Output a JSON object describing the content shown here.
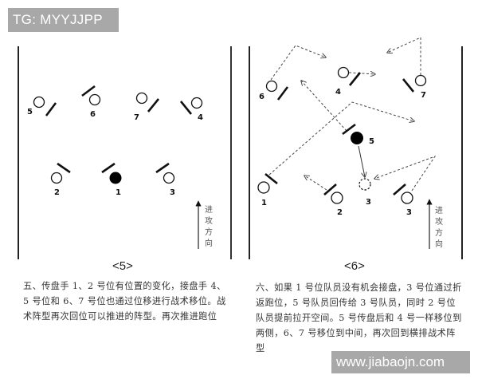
{
  "watermarks": {
    "top": "TG: MYYJJPP",
    "bottom": "www.jiabaojn.com"
  },
  "diagrams": [
    {
      "label": "<5>",
      "direction_text": [
        "进",
        "攻",
        "方",
        "向"
      ],
      "players": [
        {
          "number": "5",
          "role": "receiver",
          "filled": false
        },
        {
          "number": "6",
          "role": "receiver",
          "filled": false
        },
        {
          "number": "7",
          "role": "receiver",
          "filled": false
        },
        {
          "number": "4",
          "role": "receiver",
          "filled": false
        },
        {
          "number": "2",
          "role": "handler",
          "filled": false
        },
        {
          "number": "1",
          "role": "handler-with-disc",
          "filled": true
        },
        {
          "number": "3",
          "role": "handler",
          "filled": false
        }
      ],
      "caption": "五、传盘手 1、2 号位有位置的变化，接盘手 4、5 号位和 6、7 号位也通过位移进行战术移位。战术阵型再次回位可以推进的阵型。再次推进跑位"
    },
    {
      "label": "<6>",
      "direction_text": [
        "进",
        "攻",
        "方",
        "向"
      ],
      "players": [
        {
          "number": "6",
          "role": "receiver",
          "filled": false
        },
        {
          "number": "4",
          "role": "receiver",
          "filled": false
        },
        {
          "number": "7",
          "role": "receiver",
          "filled": false
        },
        {
          "number": "5",
          "role": "receiver-with-disc",
          "filled": true
        },
        {
          "number": "1",
          "role": "handler",
          "filled": false
        },
        {
          "number": "2",
          "role": "handler",
          "filled": false
        },
        {
          "number": "3",
          "role": "target-position",
          "filled": false,
          "dashed": true
        },
        {
          "number": "3",
          "role": "handler",
          "filled": false
        }
      ],
      "caption": "六、如果 1 号位队员没有机会接盘，3 号位通过折返跑位，5 号队员回传给 3 号队员，同时 2 号位队员提前拉开空间。5 号传盘后和 4 号一样移位到两侧，6、7 号移位到中间，再次回到横排战术阵型"
    }
  ],
  "colors": {
    "line": "#111111",
    "dashed": "#444444",
    "watermark_bg": "#a8a8a8",
    "text": "#333333"
  }
}
